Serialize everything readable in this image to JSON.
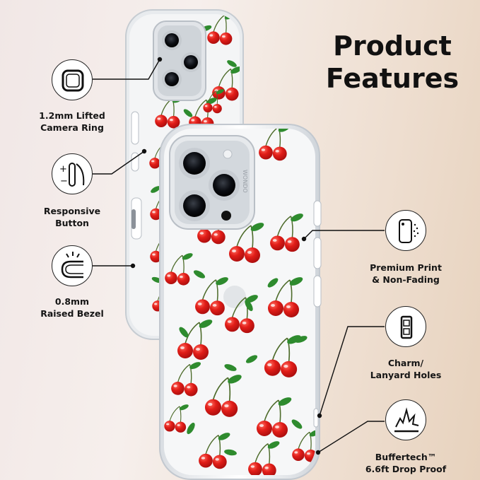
{
  "title": {
    "line1": "Product",
    "line2": "Features"
  },
  "brand_mark": "WONDO",
  "features_left": [
    {
      "icon": "lifted-camera-ring-icon",
      "line1": "1.2mm Lifted",
      "line2": "Camera Ring"
    },
    {
      "icon": "responsive-button-icon",
      "line1": "Responsive",
      "line2": "Button"
    },
    {
      "icon": "raised-bezel-icon",
      "line1": "0.8mm",
      "line2": "Raised Bezel"
    }
  ],
  "features_right": [
    {
      "icon": "premium-print-icon",
      "line1": "Premium Print",
      "line2": "& Non-Fading"
    },
    {
      "icon": "lanyard-holes-icon",
      "line1": "Charm/",
      "line2": "Lanyard Holes"
    },
    {
      "icon": "drop-proof-icon",
      "line1": "Buffertech™",
      "line2": "6.6ft Drop Proof"
    }
  ],
  "colors": {
    "cherry": "#d81b1b",
    "leaf": "#2e8b2e",
    "stem": "#4d6b2a",
    "text": "#111111"
  }
}
